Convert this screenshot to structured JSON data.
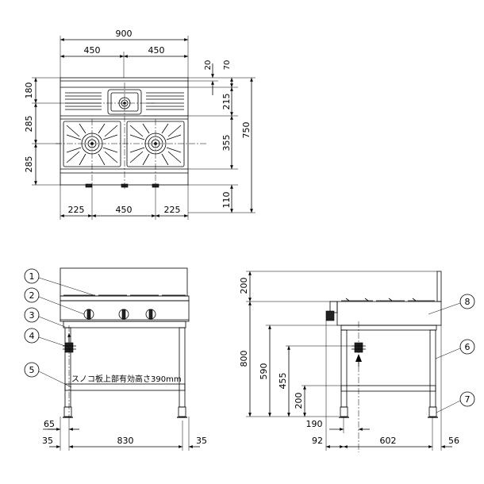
{
  "top_view": {
    "dims": {
      "overall_width": "900",
      "half_left": "450",
      "half_right": "450",
      "back_gap": "20",
      "back_depth": "70",
      "left_upper": "180",
      "left_middle": "285",
      "left_lower": "285",
      "right_upper": "215",
      "right_middle": "355",
      "right_total": "750",
      "right_bottom": "110",
      "bottom_left": "225",
      "bottom_middle": "450",
      "bottom_right": "225"
    }
  },
  "front_view": {
    "note": "スノコ板上部有効高さ390mm",
    "dims": {
      "leg_offset": "65",
      "side_left": "35",
      "width": "830",
      "side_right": "35"
    },
    "callouts": [
      "1",
      "2",
      "3",
      "4",
      "5"
    ]
  },
  "side_view": {
    "dims": {
      "backsplash": "200",
      "total_height": "800",
      "work_height": "590",
      "inlet_height": "455",
      "shelf_height": "200",
      "inlet_offset": "190",
      "front_offset": "92",
      "depth": "602",
      "rear_offset": "56"
    },
    "callouts": [
      "8",
      "6",
      "7"
    ]
  }
}
